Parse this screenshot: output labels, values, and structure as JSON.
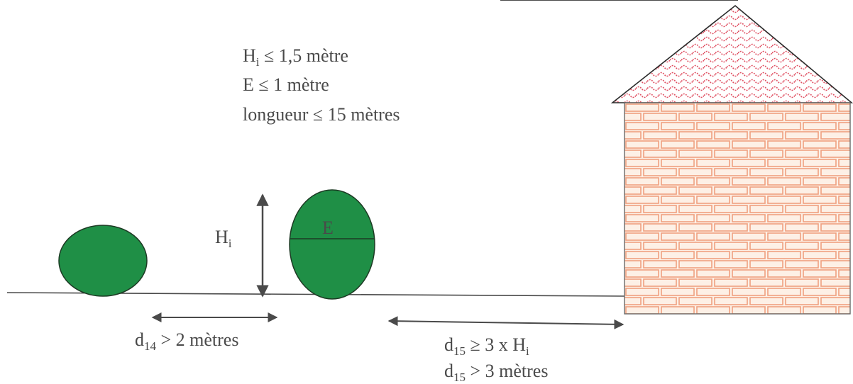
{
  "constraints": {
    "line1_main": "H",
    "line1_sub": "i",
    "line1_rest": " ≤ 1,5 mètre",
    "line2": "E ≤ 1 mètre",
    "line3": "longueur ≤ 15 mètres"
  },
  "height_label": {
    "main": "H",
    "sub": "i"
  },
  "width_label": "E",
  "d14_label": {
    "main": "d",
    "sub": "14",
    "rest": " > 2 mètres"
  },
  "d15_line1": {
    "main": "d",
    "sub": "15",
    "rest1": " ≥ 3 x H",
    "sub2": "i"
  },
  "d15_line2": {
    "main": "d",
    "sub": "15",
    "rest": " > 3 mètres"
  },
  "colors": {
    "hedge": "#1f8f46",
    "hedge_outline": "#1d3a24",
    "roof": "#e05062",
    "brick": "#f0a080",
    "wall_bg": "#fdf0e6",
    "line": "#4a4a4a"
  }
}
